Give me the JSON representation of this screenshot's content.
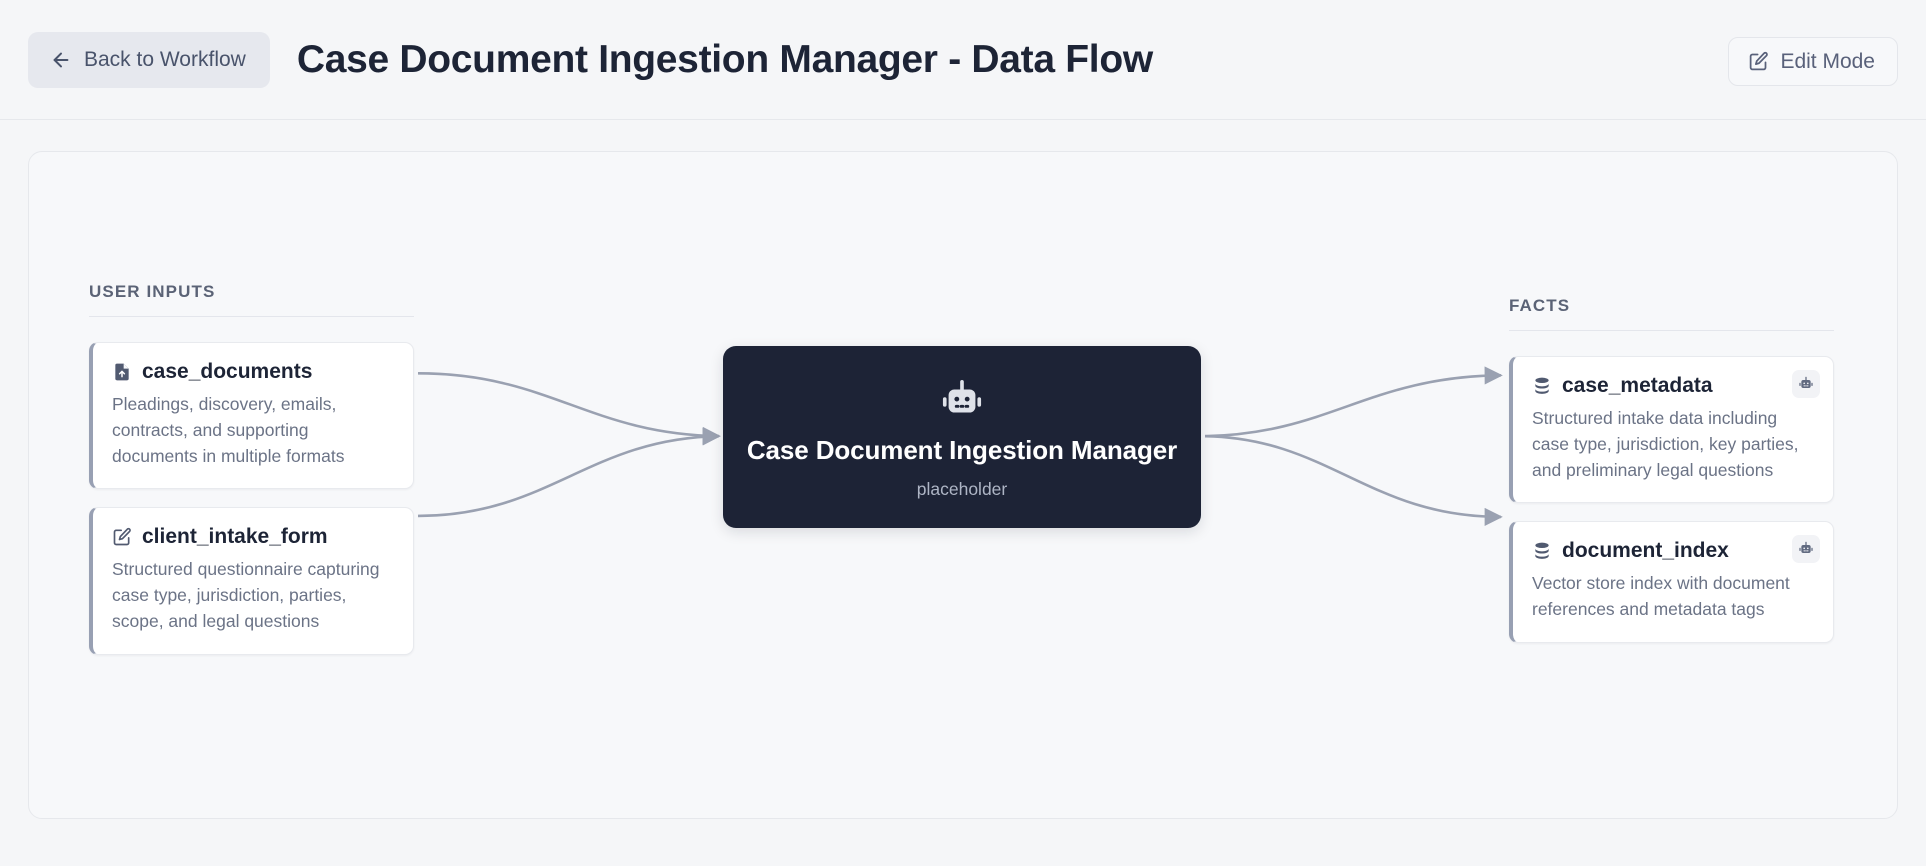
{
  "header": {
    "back_label": "Back to Workflow",
    "back_icon": "arrow-left-icon",
    "title": "Case Document Ingestion Manager - Data Flow",
    "edit_label": "Edit Mode",
    "edit_icon": "square-pen-icon"
  },
  "canvas": {
    "columns": [
      {
        "key": "user_inputs",
        "heading": "USER INPUTS",
        "cards": [
          {
            "icon": "file-up-icon",
            "title": "case_documents",
            "description": "Pleadings, discovery, emails, contracts, and supporting documents in multiple formats",
            "badge": null
          },
          {
            "icon": "square-pen-icon",
            "title": "client_intake_form",
            "description": "Structured questionnaire capturing case type, jurisdiction, parties, scope, and legal questions",
            "badge": null
          }
        ]
      },
      {
        "key": "facts",
        "heading": "FACTS",
        "cards": [
          {
            "icon": "database-icon",
            "title": "case_metadata",
            "description": "Structured intake data including case type, jurisdiction, key parties, and preliminary legal questions",
            "badge": "robot-icon"
          },
          {
            "icon": "database-icon",
            "title": "document_index",
            "description": "Vector store index with document references and metadata tags",
            "badge": "robot-icon"
          }
        ]
      }
    ],
    "center_node": {
      "icon": "robot-icon",
      "title": "Case Document Ingestion Manager",
      "subtitle": "placeholder"
    },
    "edges": [
      {
        "from": "case_documents",
        "to": "center",
        "direction": "right"
      },
      {
        "from": "client_intake_form",
        "to": "center",
        "direction": "right"
      },
      {
        "from": "center",
        "to": "case_metadata",
        "direction": "right"
      },
      {
        "from": "center",
        "to": "document_index",
        "direction": "right"
      }
    ]
  },
  "colors": {
    "page_background": "#f5f6f8",
    "canvas_background": "#f7f8fa",
    "node_background": "#1d2336",
    "card_accent": "#98a0b3",
    "edge": "#9aa1b1",
    "title_text": "#1d2436",
    "muted_text": "#6b7386"
  }
}
